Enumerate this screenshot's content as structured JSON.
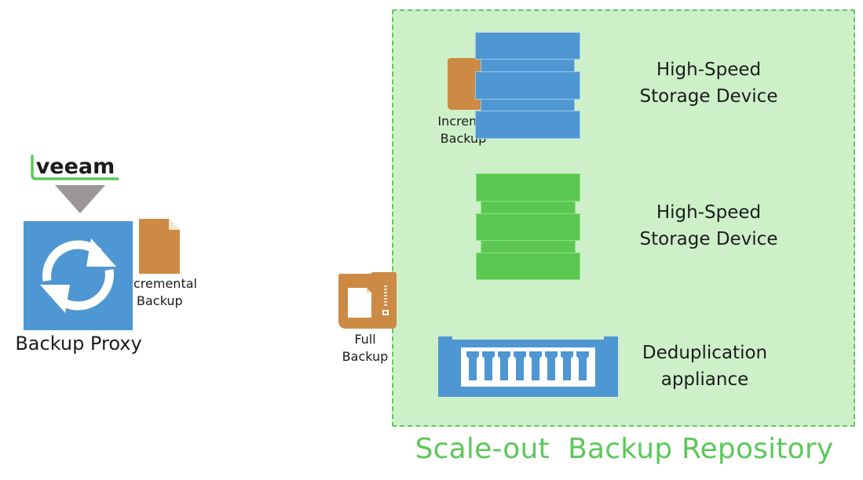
{
  "colors": {
    "repo_fill": "#cdf0c8",
    "repo_border": "#5cc85a",
    "proxy_blue": "#4e97d2",
    "storage_blue": "#4e97d2",
    "storage_green": "#5ac850",
    "file_orange": "#cd8a45",
    "veeam_green": "#5cc85a",
    "arrow_gray": "#9c9797"
  },
  "proxy": {
    "logo_text": "veeam",
    "label": "Backup Proxy",
    "icon": "sync-icon",
    "file": {
      "icon": "document-icon",
      "line1": "cremental",
      "line2": "Backup"
    }
  },
  "full_backup": {
    "icon": "archive-file-icon",
    "line1": "Full",
    "line2": "Backup"
  },
  "repository": {
    "title": "Scale-out  Backup Repository",
    "devices": [
      {
        "line1": "High-Speed",
        "line2": "Storage Device",
        "icon": "blue-server-stack-icon",
        "file": {
          "icon": "document-icon",
          "line1": "Increme",
          "line2": "Backup"
        }
      },
      {
        "line1": "High-Speed",
        "line2": "Storage Device",
        "icon": "green-server-stack-icon"
      },
      {
        "line1": "Deduplication",
        "line2": "appliance",
        "icon": "dedup-appliance-icon"
      }
    ]
  }
}
